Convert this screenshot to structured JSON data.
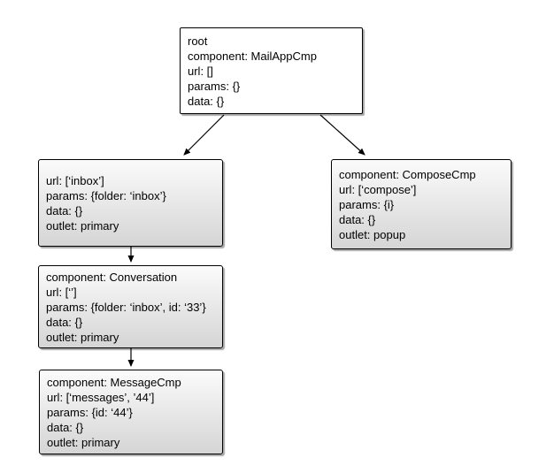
{
  "diagram": {
    "type": "router-state-tree",
    "colors": {
      "background": "#ffffff",
      "node_border": "#000000",
      "node_fill_top": "#fbfbfb",
      "node_fill_bottom": "#d5d5d5",
      "root_fill": "#ffffff",
      "arrow": "#000000",
      "text": "#000000"
    },
    "nodes": {
      "root": {
        "lines": [
          "root",
          "component: MailAppCmp",
          "url: []",
          "params: {}",
          "data: {}"
        ]
      },
      "inbox_route": {
        "lines": [
          "url: [‘inbox’]",
          "params: {folder: ‘inbox’}",
          "data: {}",
          "outlet: primary"
        ]
      },
      "compose_route": {
        "lines": [
          "component: ComposeCmp",
          "url: [‘compose’]",
          "params: {i}",
          "data: {}",
          "outlet: popup"
        ]
      },
      "conversation_route": {
        "lines": [
          "component: Conversation",
          "url: [‘’]",
          "params: {folder: ‘inbox’, id: ‘33’}",
          "data: {}",
          "outlet: primary"
        ]
      },
      "message_route": {
        "lines": [
          "component: MessageCmp",
          "url: [‘messages’, ’44’]",
          "params: {id: ‘44’}",
          "data: {}",
          "outlet: primary"
        ]
      }
    },
    "edges": [
      {
        "from": "root",
        "to": "inbox_route"
      },
      {
        "from": "root",
        "to": "compose_route"
      },
      {
        "from": "inbox_route",
        "to": "conversation_route"
      },
      {
        "from": "conversation_route",
        "to": "message_route"
      }
    ]
  }
}
